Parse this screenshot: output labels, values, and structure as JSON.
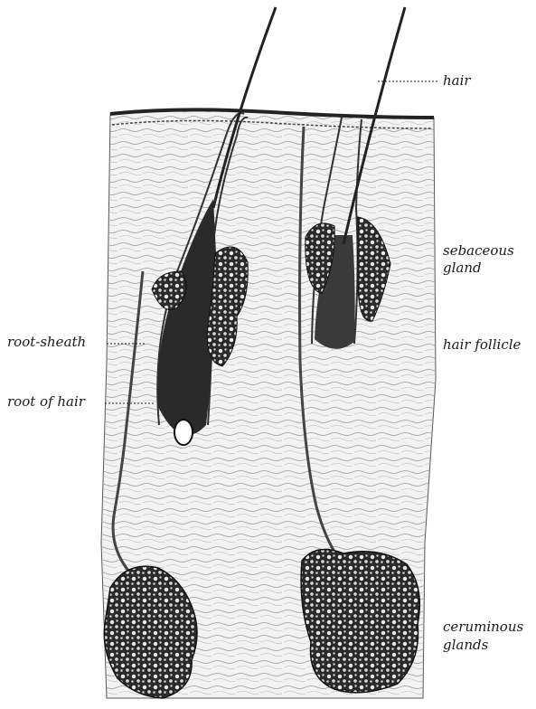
{
  "labels": {
    "hair": "hair",
    "sebaceous_gland_line1": "sebaceous",
    "sebaceous_gland_line2": "gland",
    "hair_follicle": "hair follicle",
    "root_sheath": "root-sheath",
    "root_of_hair": "root of hair",
    "ceruminous_glands_line1": "ceruminous",
    "ceruminous_glands_line2": "glands"
  }
}
